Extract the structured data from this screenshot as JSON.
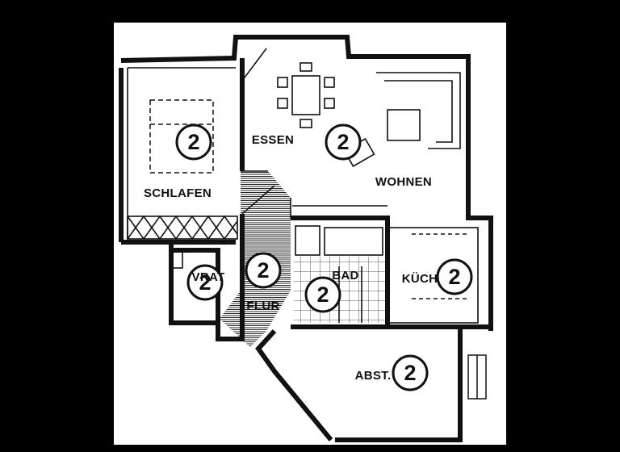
{
  "rooms": [
    {
      "id": "schlafen",
      "label": "SCHLAFEN",
      "marker": "2"
    },
    {
      "id": "essen",
      "label": "ESSEN",
      "marker": "2"
    },
    {
      "id": "wohnen",
      "label": "WOHNEN",
      "marker": ""
    },
    {
      "id": "vorrat",
      "label": "VRAT",
      "marker": "2"
    },
    {
      "id": "flur",
      "label": "FLUR",
      "marker": "2"
    },
    {
      "id": "bad",
      "label": "BAD",
      "marker": "2"
    },
    {
      "id": "kueche",
      "label": "KÜCH",
      "marker": "2"
    },
    {
      "id": "abst",
      "label": "ABST.",
      "marker": "2"
    }
  ],
  "colors": {
    "background": "#000000",
    "paper": "#ffffff",
    "ink": "#111111"
  }
}
